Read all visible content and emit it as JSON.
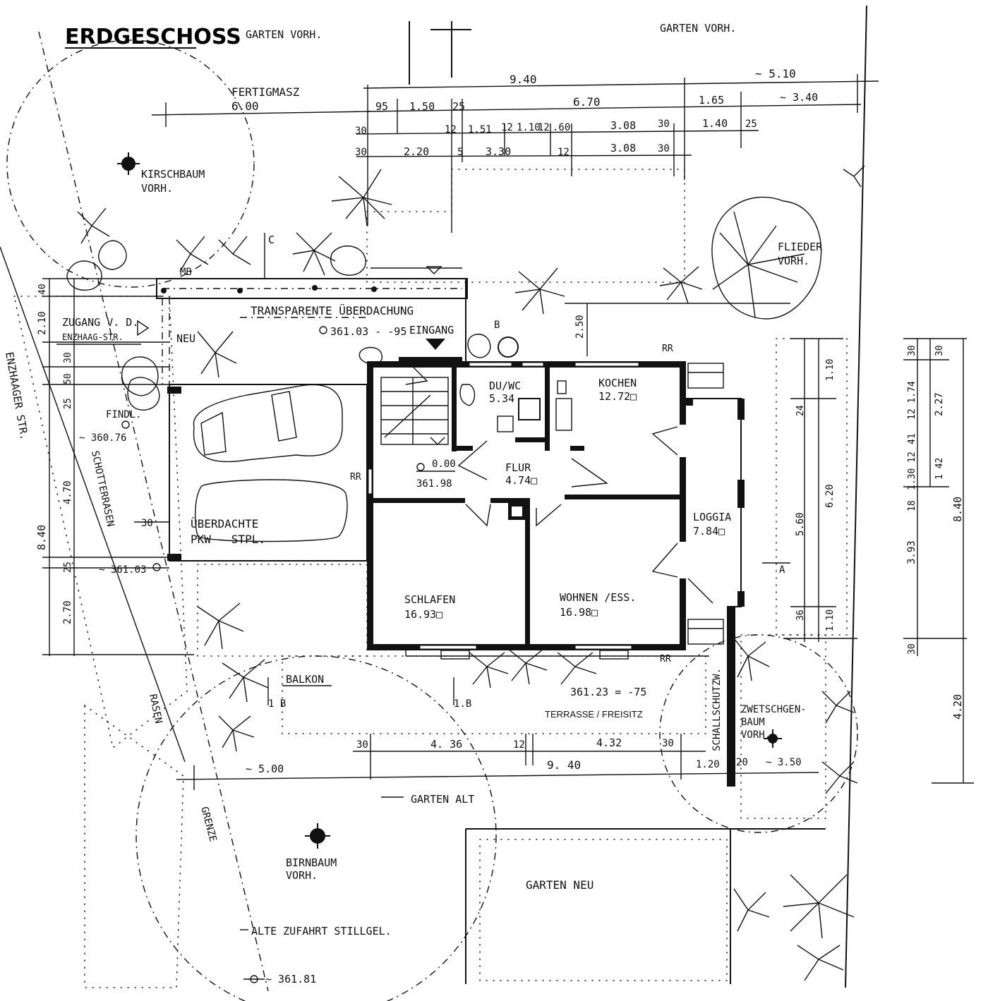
{
  "title": "ERDGESCHOSS",
  "garden": {
    "vorh_left": "GARTEN VORH.",
    "vorh_right": "GARTEN VORH.",
    "alt": "GARTEN ALT",
    "neu": "GARTEN NEU"
  },
  "trees": {
    "kirsch_1": "KIRSCHBAUM",
    "kirsch_2": "VORH.",
    "flieder_1": "FLIEDER",
    "flieder_2": "VORH.",
    "birn_1": "BIRNBAUM",
    "birn_2": "VORH.",
    "zwetsch_1": "ZWETSCHGEN-",
    "zwetsch_2": "BAUM",
    "zwetsch_3": "VORH."
  },
  "rooms": {
    "duwc_name": "DU/WC",
    "duwc_area": "5.34",
    "kochen_name": "KOCHEN",
    "kochen_area": "12.72□",
    "flur_name": "FLUR",
    "flur_area": "4.74□",
    "schlafen_name": "SCHLAFEN",
    "schlafen_area": "16.93□",
    "wohnen_name": "WOHNEN /ESS.",
    "wohnen_area": "16.98□",
    "loggia_name": "LOGGIA",
    "loggia_area": "7.84□"
  },
  "labels": {
    "fertigmasz": "FERTIGMASZ",
    "transparente": "TRANSPARENTE ÜBERDACHUNG",
    "eingang": "EINGANG",
    "neu": "NEU",
    "zugang_1": "ZUGANG V. D.",
    "zugang_2": "ENZHAAG-STR.",
    "street": "ENZHAAGER STR.",
    "findl": "FINDL.",
    "schotterrasen": "SCHOTTERRASEN",
    "pkw_1": "ÜBERDACHTE",
    "pkw_2": "PKW - STPL.",
    "balkon": "BALKON",
    "rasen": "RASEN",
    "grenze": "GRENZE",
    "alte_zufahrt": "ALTE ZUFAHRT STILLGEL.",
    "terrasse": "TERRASSE / FREISITZ",
    "schallschutz": "SCHALLSCHUTZW.",
    "rr": "RR",
    "mb": "MB",
    "c": "C",
    "b": "B",
    "a": "A",
    "lb": "1.B",
    "lb2": "1 B"
  },
  "levels": {
    "entry": "361.03 - -95",
    "zero": "0.00",
    "floor": "361.98",
    "findl": "~ 360.76",
    "pkw": "~ 361.03",
    "terrace": "361.23 = -75",
    "bottom": "~ 361.81"
  },
  "dims_top": {
    "total": "9.40",
    "right_total": "~ 5.10",
    "fertig": "6.00",
    "r1_a": "95",
    "r1_b": "1.50",
    "r1_c": "25",
    "r1_d": "6.70",
    "r1_e": "1.65",
    "r1_f": "~ 3.40",
    "r2_a": "30",
    "r2_b": "12",
    "r2_c": "1.51",
    "r2_d": "12",
    "r2_e": "1.10",
    "r2_f": "12",
    "r2_g": ".60",
    "r2_h": "3.08",
    "r2_i": "30",
    "r2_j": "1.40",
    "r2_k": "25",
    "r3_a": "30",
    "r3_b": "2.20",
    "r3_c": "5",
    "r3_d": "3.30",
    "r3_e": "12",
    "r3_f": "3.08",
    "r3_g": "30"
  },
  "dims_left": {
    "d40": "40",
    "d210": "2.10",
    "d30": "30",
    "d50": "50",
    "d25a": "25",
    "d470": "4.70",
    "d840": "8.40",
    "d25b": "25",
    "d270": "2.70",
    "d30b": "30"
  },
  "dims_mid": {
    "d250": "2.50"
  },
  "dims_right": {
    "d110a": "1.10",
    "d24": "24",
    "d560": "5.60",
    "d620": "6.20",
    "d36": "36",
    "d110b": "1.10",
    "d30a": "30",
    "d174": "12 1.74",
    "d41": "41",
    "d130": "1.30 12",
    "d18": "18",
    "d393": "3.93",
    "d30c": "30",
    "d30b": "30",
    "d227": "2.27",
    "d142": "1 42",
    "d840": "8.40",
    "d420": "4.20"
  },
  "dims_bottom": {
    "b30a": "30",
    "b436": "4. 36",
    "b12": "12",
    "b432": "4.32",
    "b30b": "30",
    "b500": "~ 5.00",
    "b940": "9. 40",
    "b120": "1.20",
    "b20": "20",
    "b350": "~ 3.50"
  }
}
